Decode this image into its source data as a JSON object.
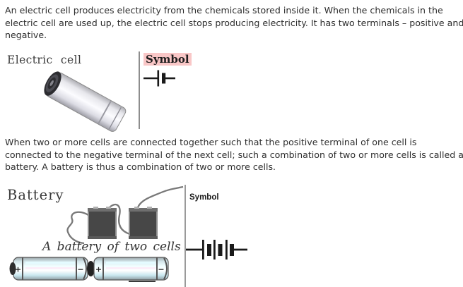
{
  "page": {
    "background": "#ffffff",
    "text_color": "#2e2e2e"
  },
  "paragraphs": {
    "intro": "An electric cell produces electricity from the chemicals stored inside it. When the chemicals in the electric cell are used up, the electric cell stops producing electricity. It has two terminals – positive and negative.",
    "battery": "When two or more cells are connected together such that the positive terminal of one cell is connected to the negative terminal of the next cell; such a combination of two or more cells is called a battery. A battery is thus a combination of two or more cells."
  },
  "electric_cell_section": {
    "heading": "Electric cell",
    "symbol_label": "Symbol",
    "symbol_highlight_color": "#f9c7c7",
    "symbol_icon": "single-cell-circuit-symbol",
    "illustration": "tilted-cylindrical-dry-cell"
  },
  "battery_section": {
    "heading": "Battery",
    "caption": "A battery of two cells",
    "symbol_label": "Symbol",
    "symbol_icon": "three-cell-battery-circuit-symbol",
    "illustrations": {
      "top": "two-square-cells-connected-with-wires",
      "bottom": "two-cylindrical-cells-joined-end-to-end"
    },
    "terminals": {
      "plus": "+",
      "minus": "−"
    }
  }
}
